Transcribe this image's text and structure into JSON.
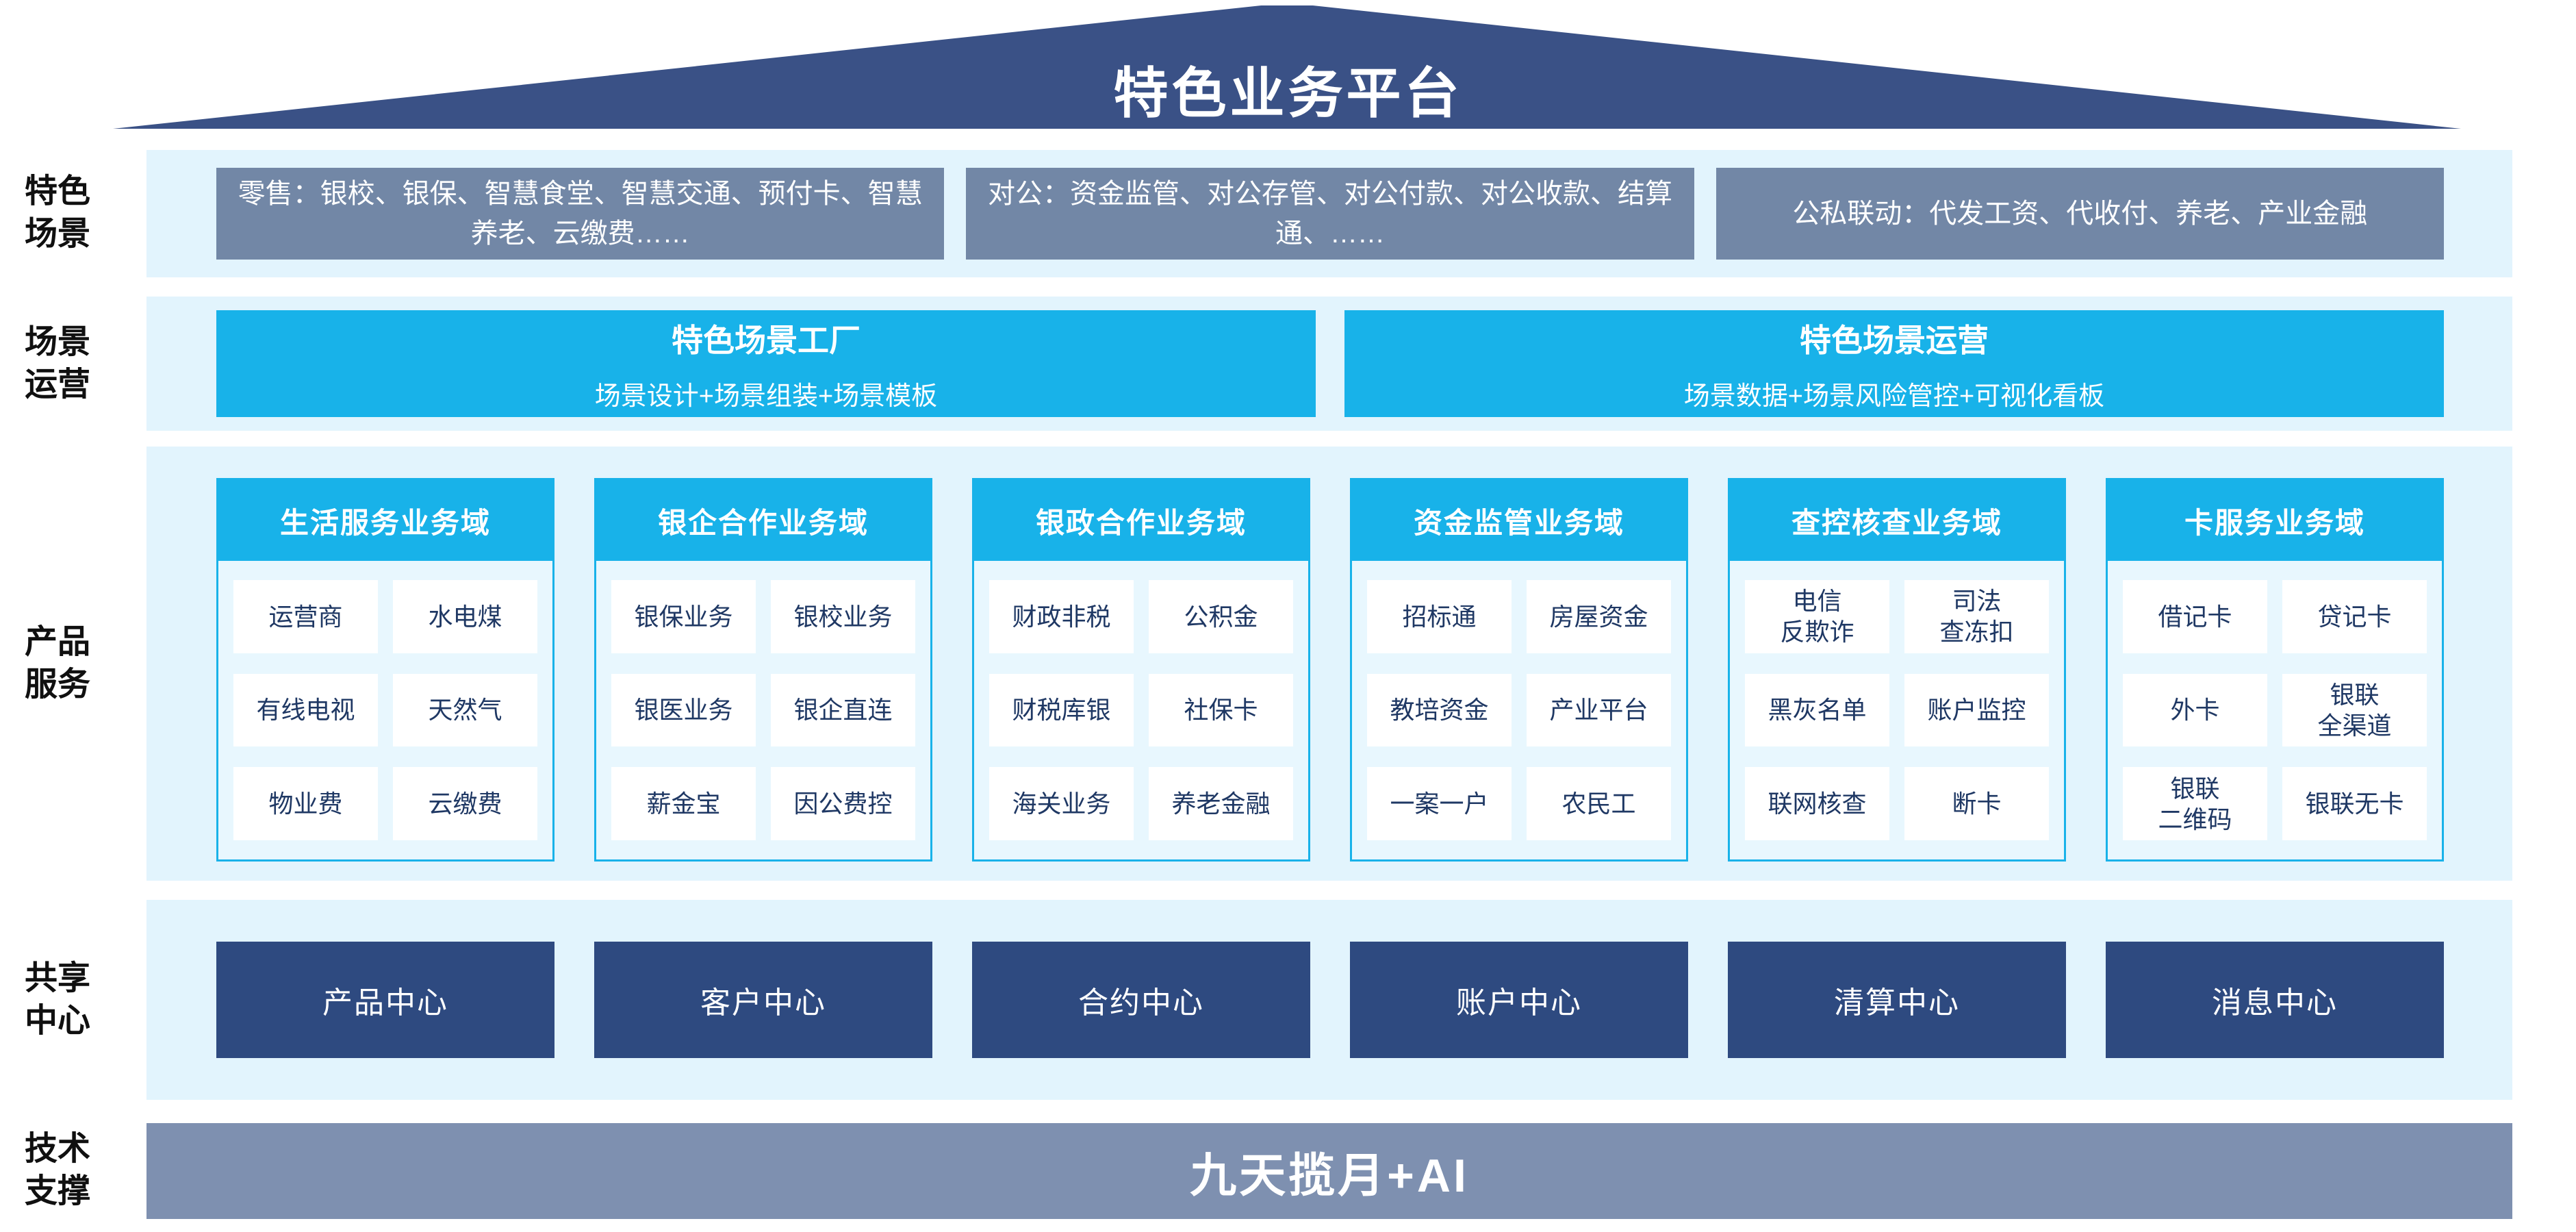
{
  "colors": {
    "roof_navy": "#3A5186",
    "band_bg": "#E2F4FD",
    "scene_box_slate": "#7287A6",
    "accent_cyan": "#18B2E9",
    "panel_bg": "#E8F7FE",
    "item_text_navy": "#1F3864",
    "center_box_navy": "#2E4A80",
    "tech_bar_slate": "#7E90B0"
  },
  "roof": {
    "title": "特色业务平台"
  },
  "row_labels": {
    "scenes": "特色场景",
    "operations": "场景运营",
    "products": "产品服务",
    "centers": "共享中心",
    "tech": "技术支撑"
  },
  "scene_row": {
    "boxes": [
      "零售：银校、银保、智慧食堂、智慧交通、预付卡、智慧养老、云缴费……",
      "对公：资金监管、对公存管、对公付款、对公收款、结算通、……",
      "公私联动：代发工资、代收付、养老、产业金融"
    ]
  },
  "operation_row": {
    "boxes": [
      {
        "title": "特色场景工厂",
        "subtitle": "场景设计+场景组装+场景模板"
      },
      {
        "title": "特色场景运营",
        "subtitle": "场景数据+场景风险管控+可视化看板"
      }
    ]
  },
  "product_row": {
    "domains": [
      {
        "header": "生活服务业务域",
        "items": [
          "运营商",
          "水电煤",
          "有线电视",
          "天然气",
          "物业费",
          "云缴费"
        ]
      },
      {
        "header": "银企合作业务域",
        "items": [
          "银保业务",
          "银校业务",
          "银医业务",
          "银企直连",
          "薪金宝",
          "因公费控"
        ]
      },
      {
        "header": "银政合作业务域",
        "items": [
          "财政非税",
          "公积金",
          "财税库银",
          "社保卡",
          "海关业务",
          "养老金融"
        ]
      },
      {
        "header": "资金监管业务域",
        "items": [
          "招标通",
          "房屋资金",
          "教培资金",
          "产业平台",
          "一案一户",
          "农民工"
        ]
      },
      {
        "header": "查控核查业务域",
        "items": [
          "电信\n反欺诈",
          "司法\n查冻扣",
          "黑灰名单",
          "账户监控",
          "联网核查",
          "断卡"
        ]
      },
      {
        "header": "卡服务业务域",
        "items": [
          "借记卡",
          "贷记卡",
          "外卡",
          "银联\n全渠道",
          "银联\n二维码",
          "银联无卡"
        ]
      }
    ]
  },
  "center_row": {
    "boxes": [
      "产品中心",
      "客户中心",
      "合约中心",
      "账户中心",
      "清算中心",
      "消息中心"
    ]
  },
  "tech_row": {
    "bar": "九天揽月+AI"
  }
}
